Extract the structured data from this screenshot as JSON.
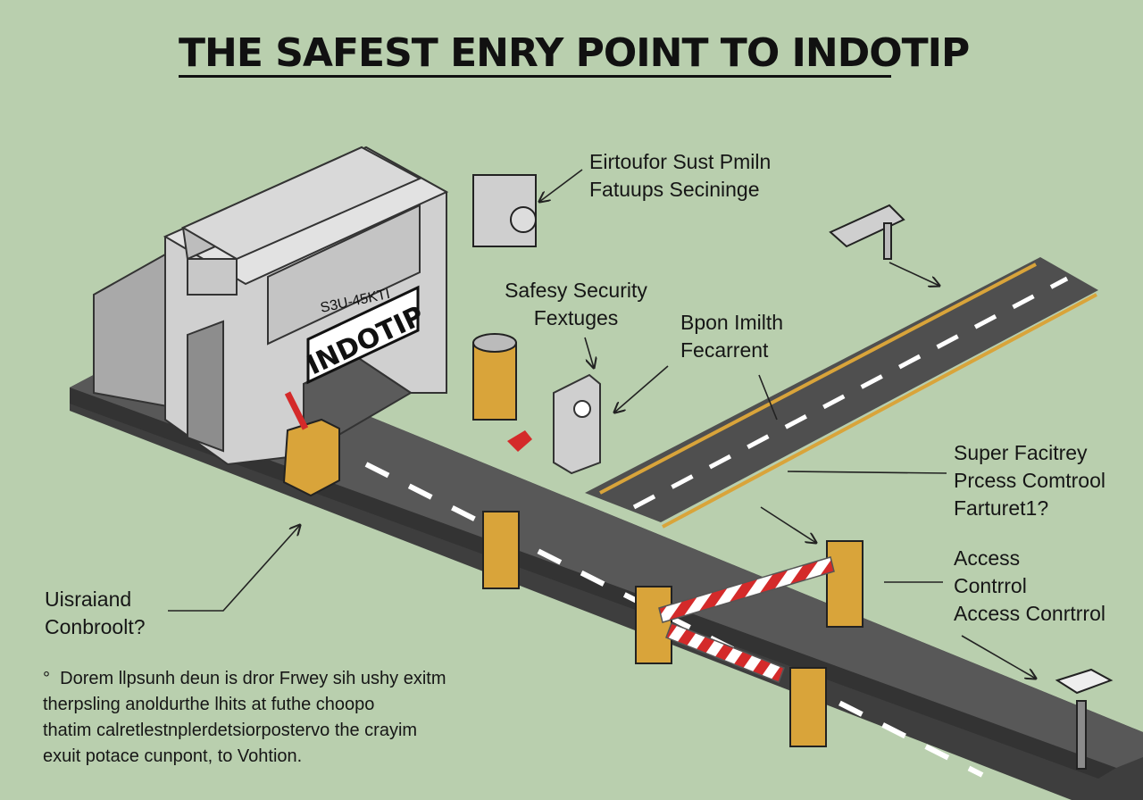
{
  "title": "THE SAFEST ENRY POINT TO INDOTIP",
  "building": {
    "sign": "INDOTIP",
    "code": "S3U-45KTI"
  },
  "labels": {
    "camera_label": [
      "Eirtoufor Sust Pmiln",
      "Fatuups Secininge"
    ],
    "safety_label": [
      "Safesy Security",
      "Fextuges"
    ],
    "bpon_label": [
      "Bpon Imilth",
      "Fecarrent"
    ],
    "super_label": [
      "Super Facitrey",
      "Prcess Comtrool",
      "Farturet1?"
    ],
    "access_label": [
      "Access",
      "Contrrol",
      "Access Conrtrrol"
    ],
    "uisraiand_label": [
      "Uisraiand",
      "Conbroolt?"
    ]
  },
  "paragraph": {
    "bullet": "°",
    "lines": [
      "Dorem llpsunh deun is dror Frwey sih ushy exitm",
      "therpsling anoldurthe lhits at futhe choopo",
      "thatim calretlestnplerdetsiorpostervo the crayim",
      "exuit potace cunpont, to Vohtion."
    ]
  },
  "colors": {
    "background": "#b9cfae",
    "road": "#555555",
    "building": "#c6c6c6",
    "bollard": "#d9a43a",
    "barrier_red": "#d42a2a",
    "lane_edge": "#d9a43a"
  }
}
